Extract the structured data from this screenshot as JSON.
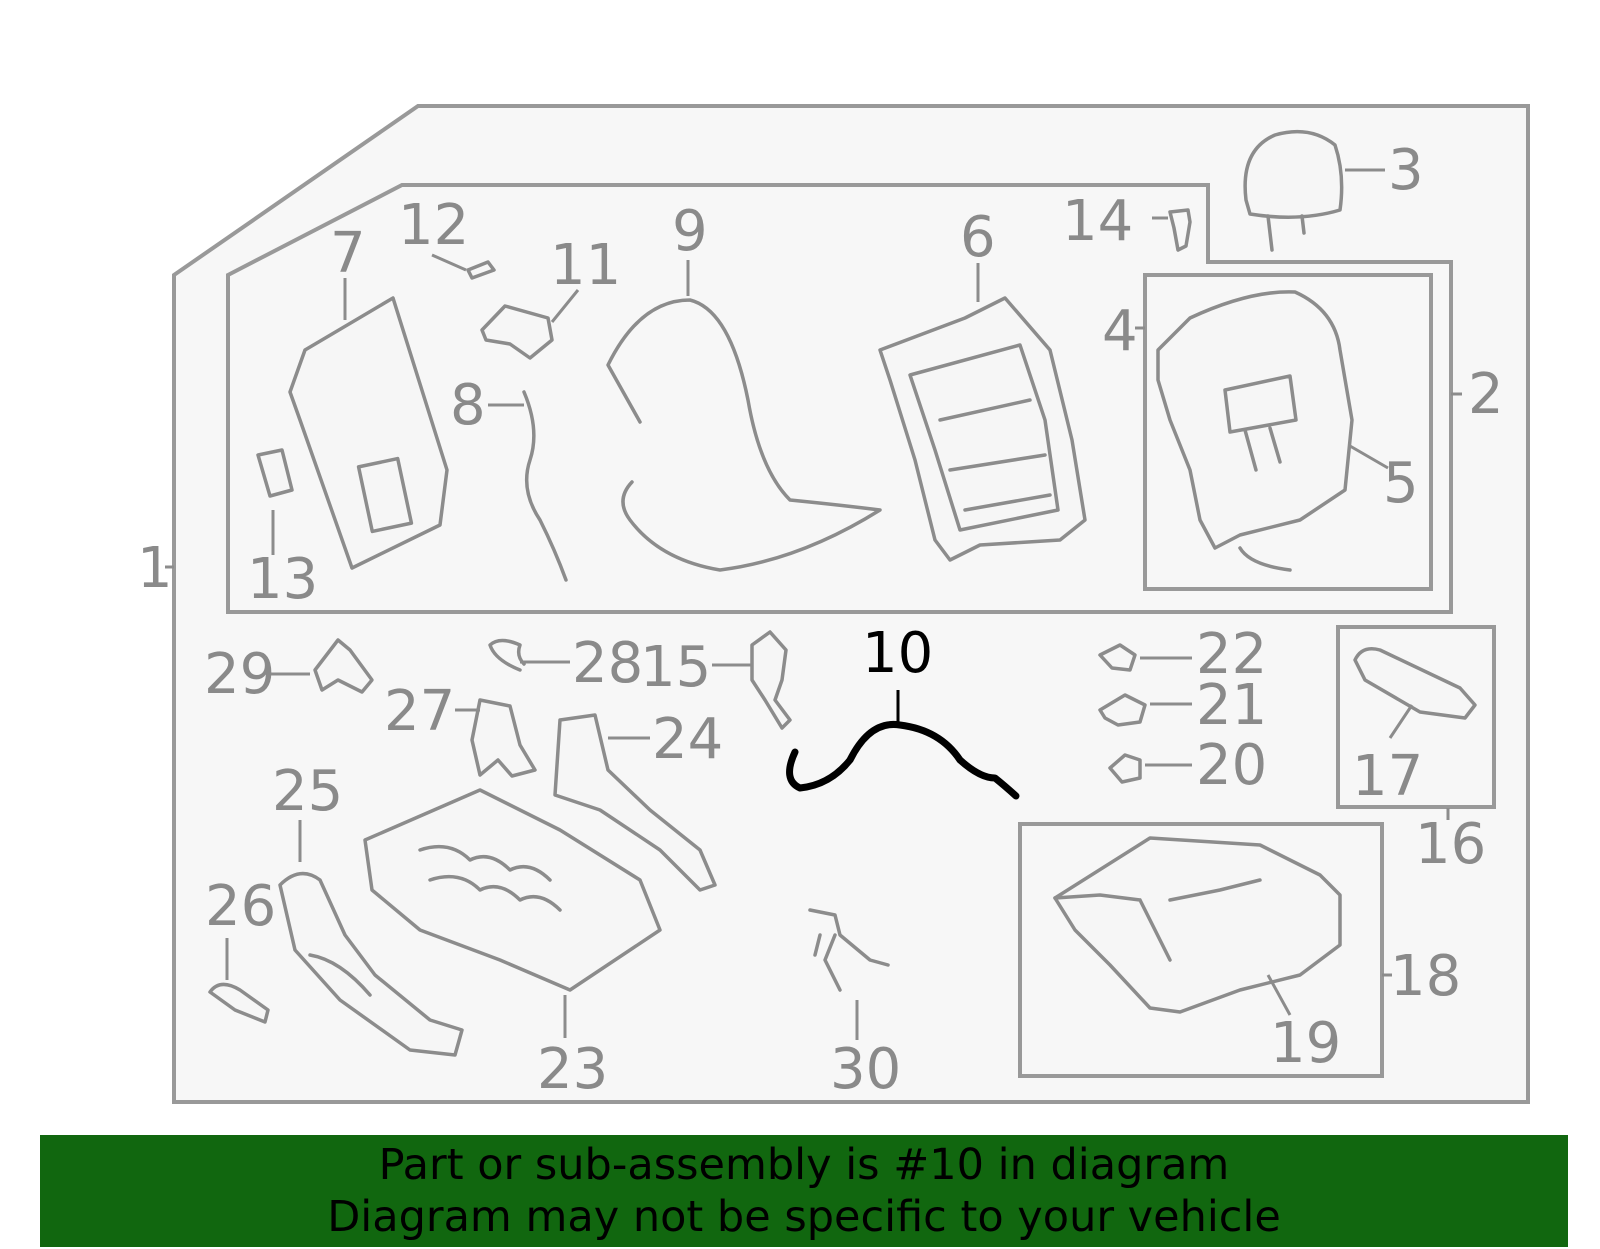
{
  "diagram": {
    "highlight_color": "#000000",
    "part_color": "#8a8a8a",
    "callouts": {
      "c1": "1",
      "c2": "2",
      "c3": "3",
      "c4": "4",
      "c5": "5",
      "c6": "6",
      "c7": "7",
      "c8": "8",
      "c9": "9",
      "c10": "10",
      "c11": "11",
      "c12": "12",
      "c13": "13",
      "c14": "14",
      "c15": "15",
      "c16": "16",
      "c17": "17",
      "c18": "18",
      "c19": "19",
      "c20": "20",
      "c21": "21",
      "c22": "22",
      "c23": "23",
      "c24": "24",
      "c25": "25",
      "c26": "26",
      "c27": "27",
      "c28": "28",
      "c29": "29",
      "c30": "30"
    },
    "highlighted_part": "10"
  },
  "banner": {
    "background": "#11670f",
    "line1": "Part or sub-assembly is #10 in diagram",
    "line2": "Diagram may not be specific to your vehicle"
  }
}
